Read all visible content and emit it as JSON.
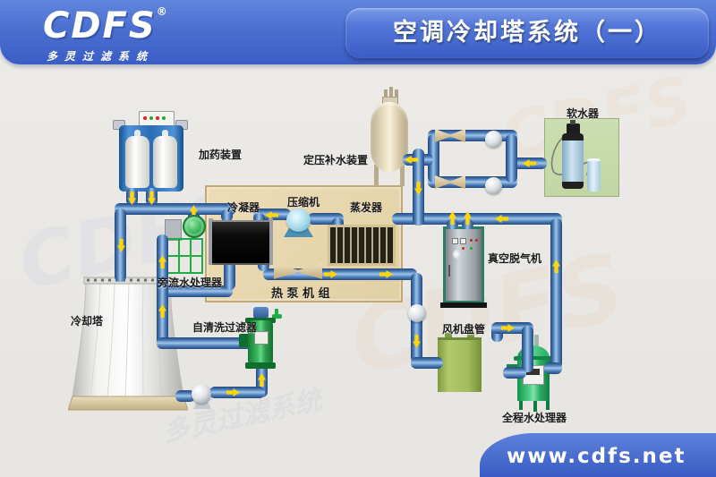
{
  "header": {
    "logo_text": "CDFS",
    "logo_registered": "®",
    "logo_subtitle": "多灵过滤系统",
    "title": "空调冷却塔系统（一）"
  },
  "footer": {
    "url": "www.cdfs.net"
  },
  "diagram": {
    "labels": {
      "dosing_device": "加药装置",
      "pressure_makeup_device": "定压补水装置",
      "water_softener": "软水器",
      "condenser": "冷凝器",
      "compressor": "压缩机",
      "evaporator": "蒸发器",
      "heat_pump_unit": "热 泵 机 组",
      "vacuum_degasser": "真空脱气机",
      "sidestream_processor": "旁流水处理器",
      "cooling_tower": "冷却塔",
      "self_cleaning_filter": "自清洗过滤器",
      "fan_coil": "风机盘管",
      "full_process_processor": "全程水处理器"
    },
    "colors": {
      "header_blue": "#4b6fd0",
      "pipe_blue": "#4a79b5",
      "flow_arrow_yellow": "#ffd60a",
      "heat_pump_panel_beige": "#ead9b0",
      "equipment_green": "#2aa84e"
    },
    "watermark_text": "CDFS"
  }
}
